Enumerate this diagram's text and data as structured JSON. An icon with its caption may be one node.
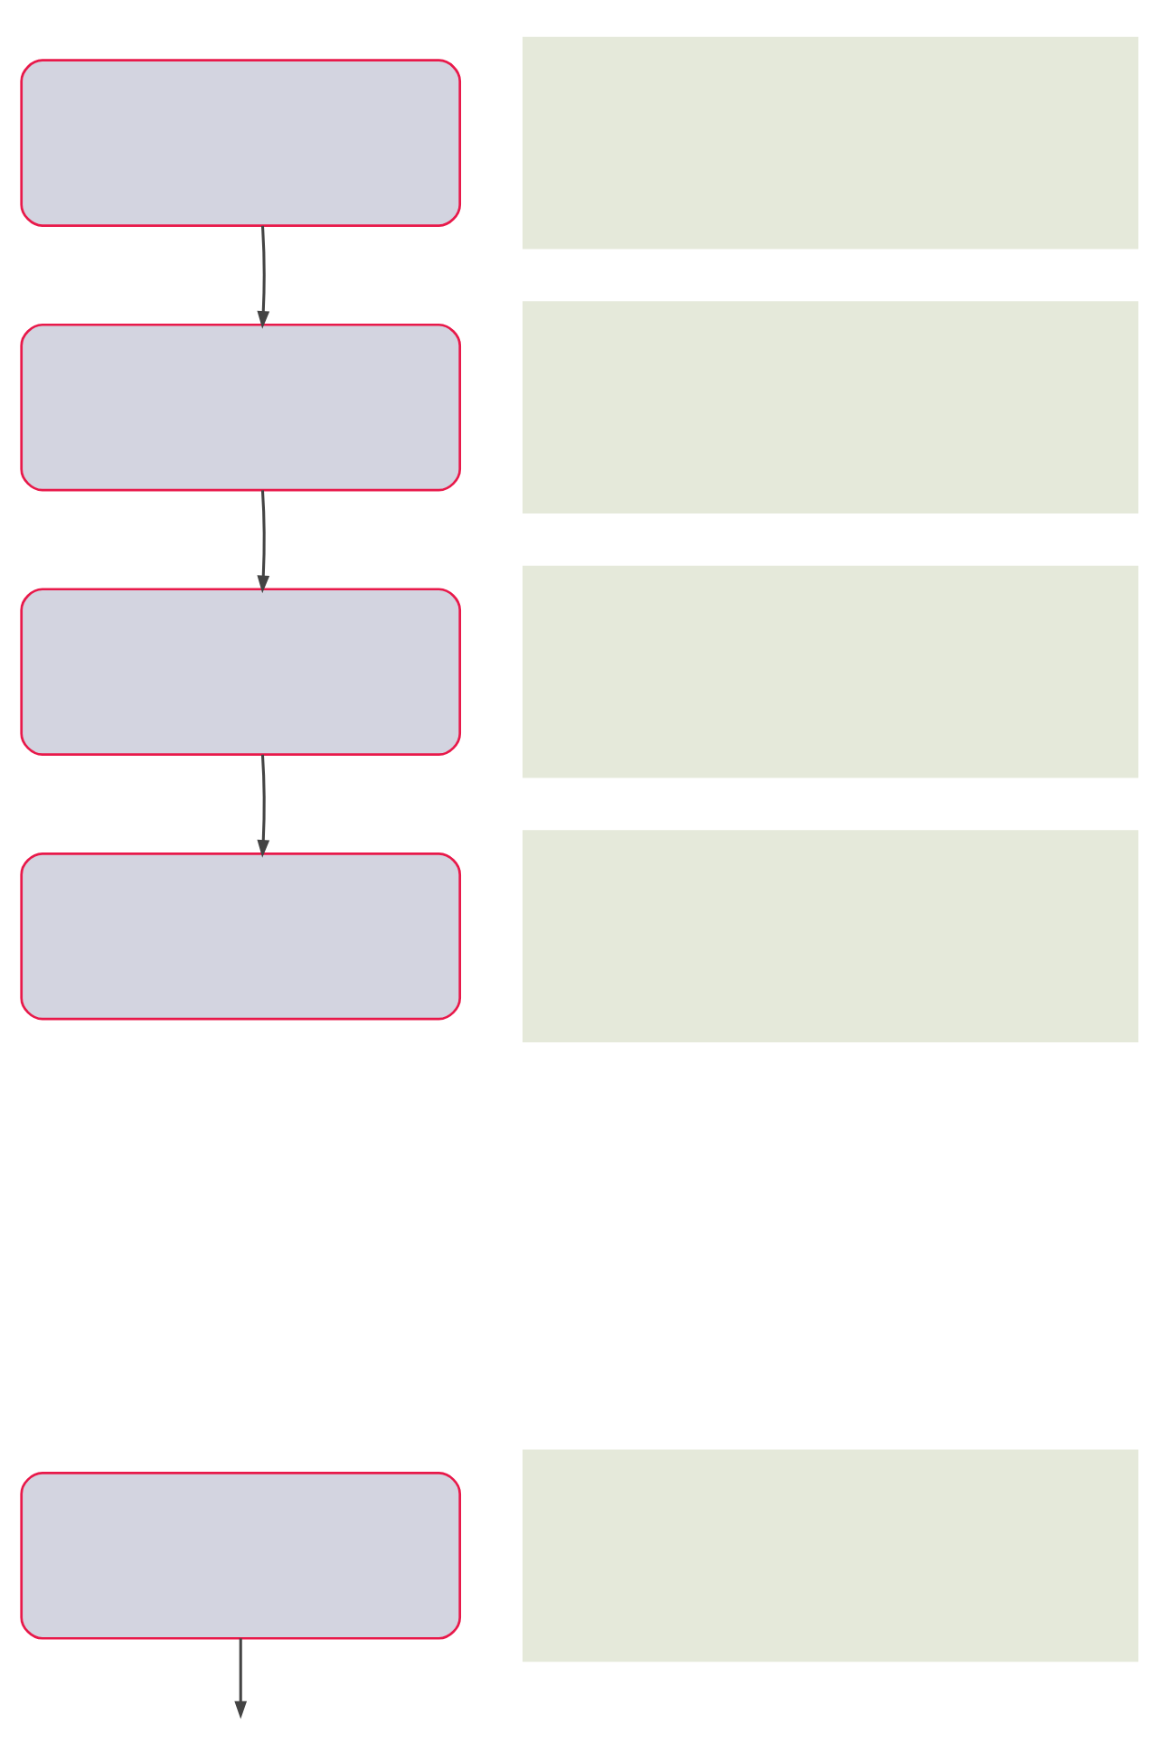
{
  "diagram": {
    "nodes": [
      {
        "text": [],
        "shape": "box"
      },
      {
        "text": [],
        "shape": "box"
      },
      {
        "text": [],
        "shape": "box"
      },
      {
        "text": [],
        "shape": "box"
      },
      {
        "text": [],
        "shape": "box"
      },
      {
        "text": [],
        "shape": "box"
      },
      {
        "text": [],
        "shape": "box"
      },
      {
        "text": [],
        "shape": "box"
      },
      {
        "text": [],
        "shape": "box"
      },
      {
        "text": [],
        "shape": "box"
      }
    ],
    "edges": [
      {
        "from": 0,
        "to": 2,
        "arrow": "to"
      },
      {
        "from": 2,
        "to": 4,
        "arrow": "to"
      },
      {
        "from": 4,
        "to": 6,
        "arrow": "to"
      },
      {
        "from": 8,
        "to": null,
        "arrow": "to"
      }
    ]
  }
}
